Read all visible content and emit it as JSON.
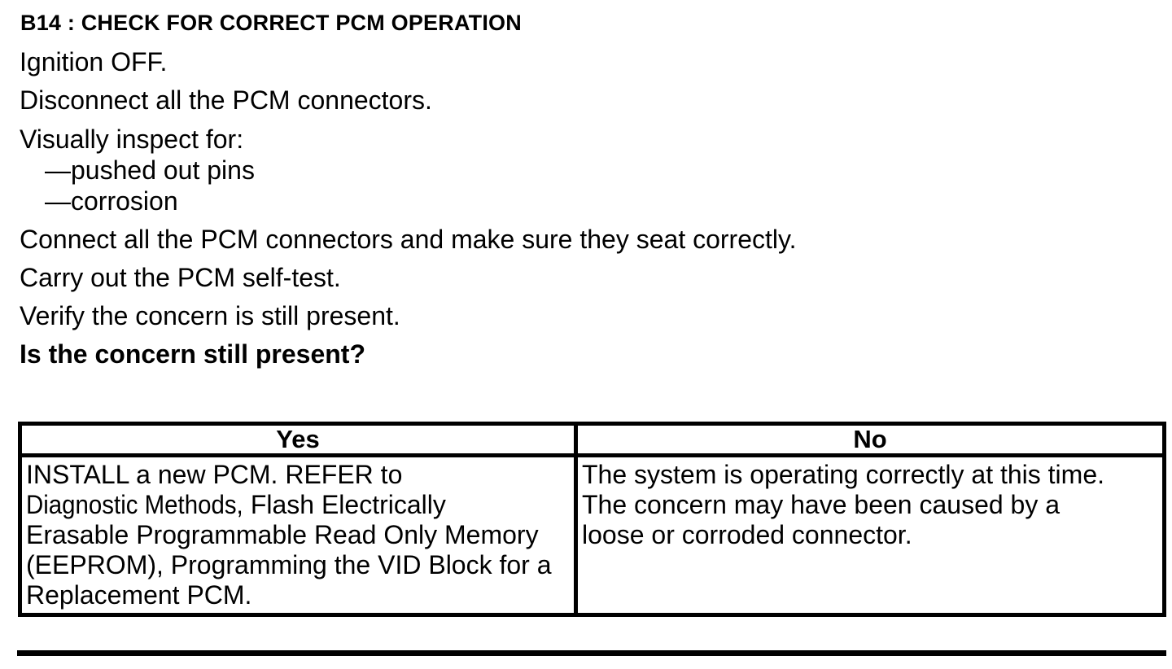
{
  "heading": "B14 : CHECK FOR CORRECT PCM OPERATION",
  "steps": [
    "Ignition OFF.",
    "Disconnect all the PCM connectors.",
    "Visually inspect for:",
    "—pushed out pins",
    "—corrosion",
    "Connect all the PCM connectors and make sure they seat correctly.",
    "Carry out the PCM self-test.",
    "Verify the concern is still present."
  ],
  "question": "Is the concern still present?",
  "decision_table": {
    "headers": [
      "Yes",
      "No"
    ],
    "yes_cell": {
      "line1": "INSTALL a new PCM. REFER to",
      "line2_link": "Diagnostic Methods,",
      "line2_rest": "Flash Electrically",
      "line3": "Erasable Programmable Read Only Memory",
      "line4": "(EEPROM), Programming the VID Block for a",
      "line5": "Replacement PCM."
    },
    "no_cell": {
      "line1": "The system is operating correctly at this time.",
      "line2": "The concern may have been caused by a",
      "line3": "loose or corroded connector."
    }
  },
  "colors": {
    "text": "#000000",
    "background": "#ffffff",
    "border": "#000000"
  }
}
